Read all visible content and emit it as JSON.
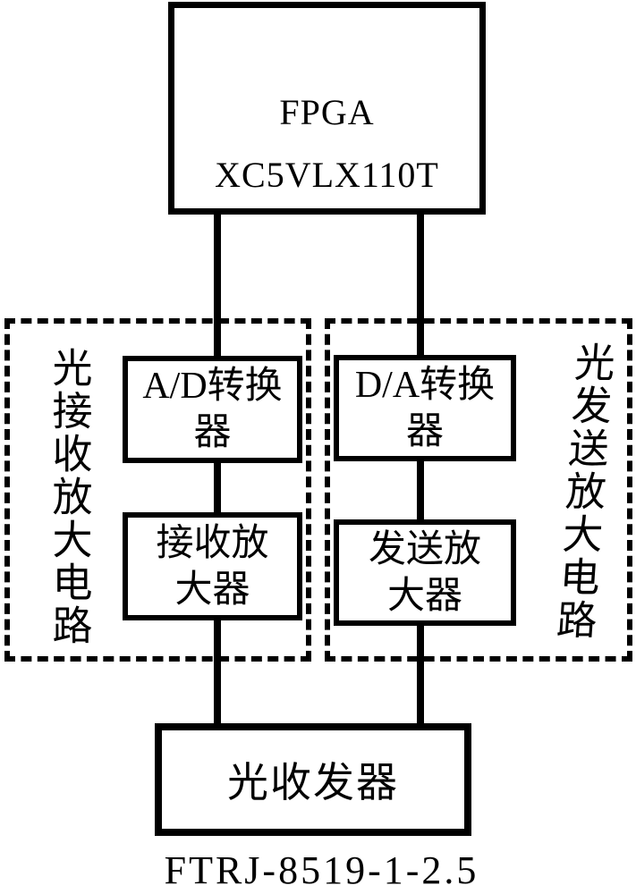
{
  "fpga_box": {
    "line1": "FPGA",
    "line2": "XC5VLX110T"
  },
  "receive_circuit": {
    "label": "光接收放大电路",
    "blocks": [
      {
        "line1": "A/D转换",
        "line2": "器"
      },
      {
        "line1": "接收放",
        "line2": "大器"
      }
    ]
  },
  "transmit_circuit": {
    "label": "光发送放大电路",
    "blocks": [
      {
        "line1": "D/A转换",
        "line2": "器"
      },
      {
        "line1": "发送放",
        "line2": "大器"
      }
    ]
  },
  "transceiver_box": {
    "label": "光收发器"
  },
  "caption": "FTRJ-8519-1-2.5",
  "colors": {
    "ink": "#000000",
    "paper": "#ffffff"
  }
}
